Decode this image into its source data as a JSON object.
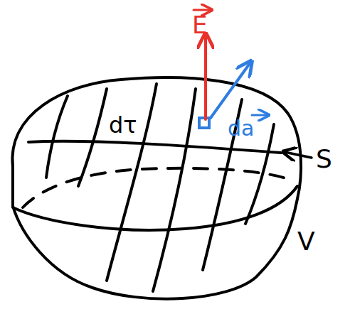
{
  "diagram": {
    "labels": [
      "E",
      "da",
      "dτ",
      "S",
      "V"
    ]
  }
}
